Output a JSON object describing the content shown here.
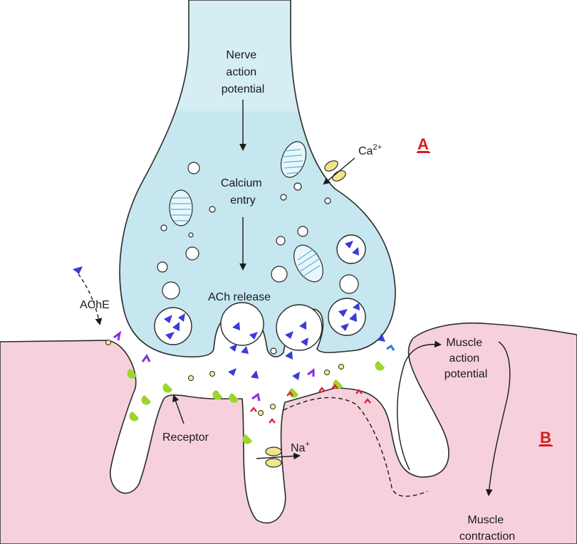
{
  "labels": {
    "nerve_action_potential": [
      "Nerve",
      "action",
      "potential"
    ],
    "calcium_entry": [
      "Calcium",
      "entry"
    ],
    "ach_release": "ACh release",
    "ca": "Ca",
    "ca_charge": "2+",
    "ache": "AChE",
    "receptor": "Receptor",
    "na": "Na",
    "na_charge": "+",
    "muscle_action_potential": [
      "Muscle",
      "action",
      "potential"
    ],
    "muscle_contraction": [
      "Muscle",
      "contraction"
    ],
    "region_a": "A",
    "region_b": "B"
  },
  "colors": {
    "nerve_terminal": "#d8f0f5",
    "muscle": "#f6d1dc",
    "ach_arrow": "#3b3bd6",
    "receptor": "#9cd62a",
    "ache_enzyme": "#8a2be2",
    "na_channel_red": "#e0203a",
    "choline_dot": "#f3ef8a",
    "channel": "#f1e58a",
    "mitochondria": "#5fb3d6",
    "region_tag": "#d81b1b"
  }
}
